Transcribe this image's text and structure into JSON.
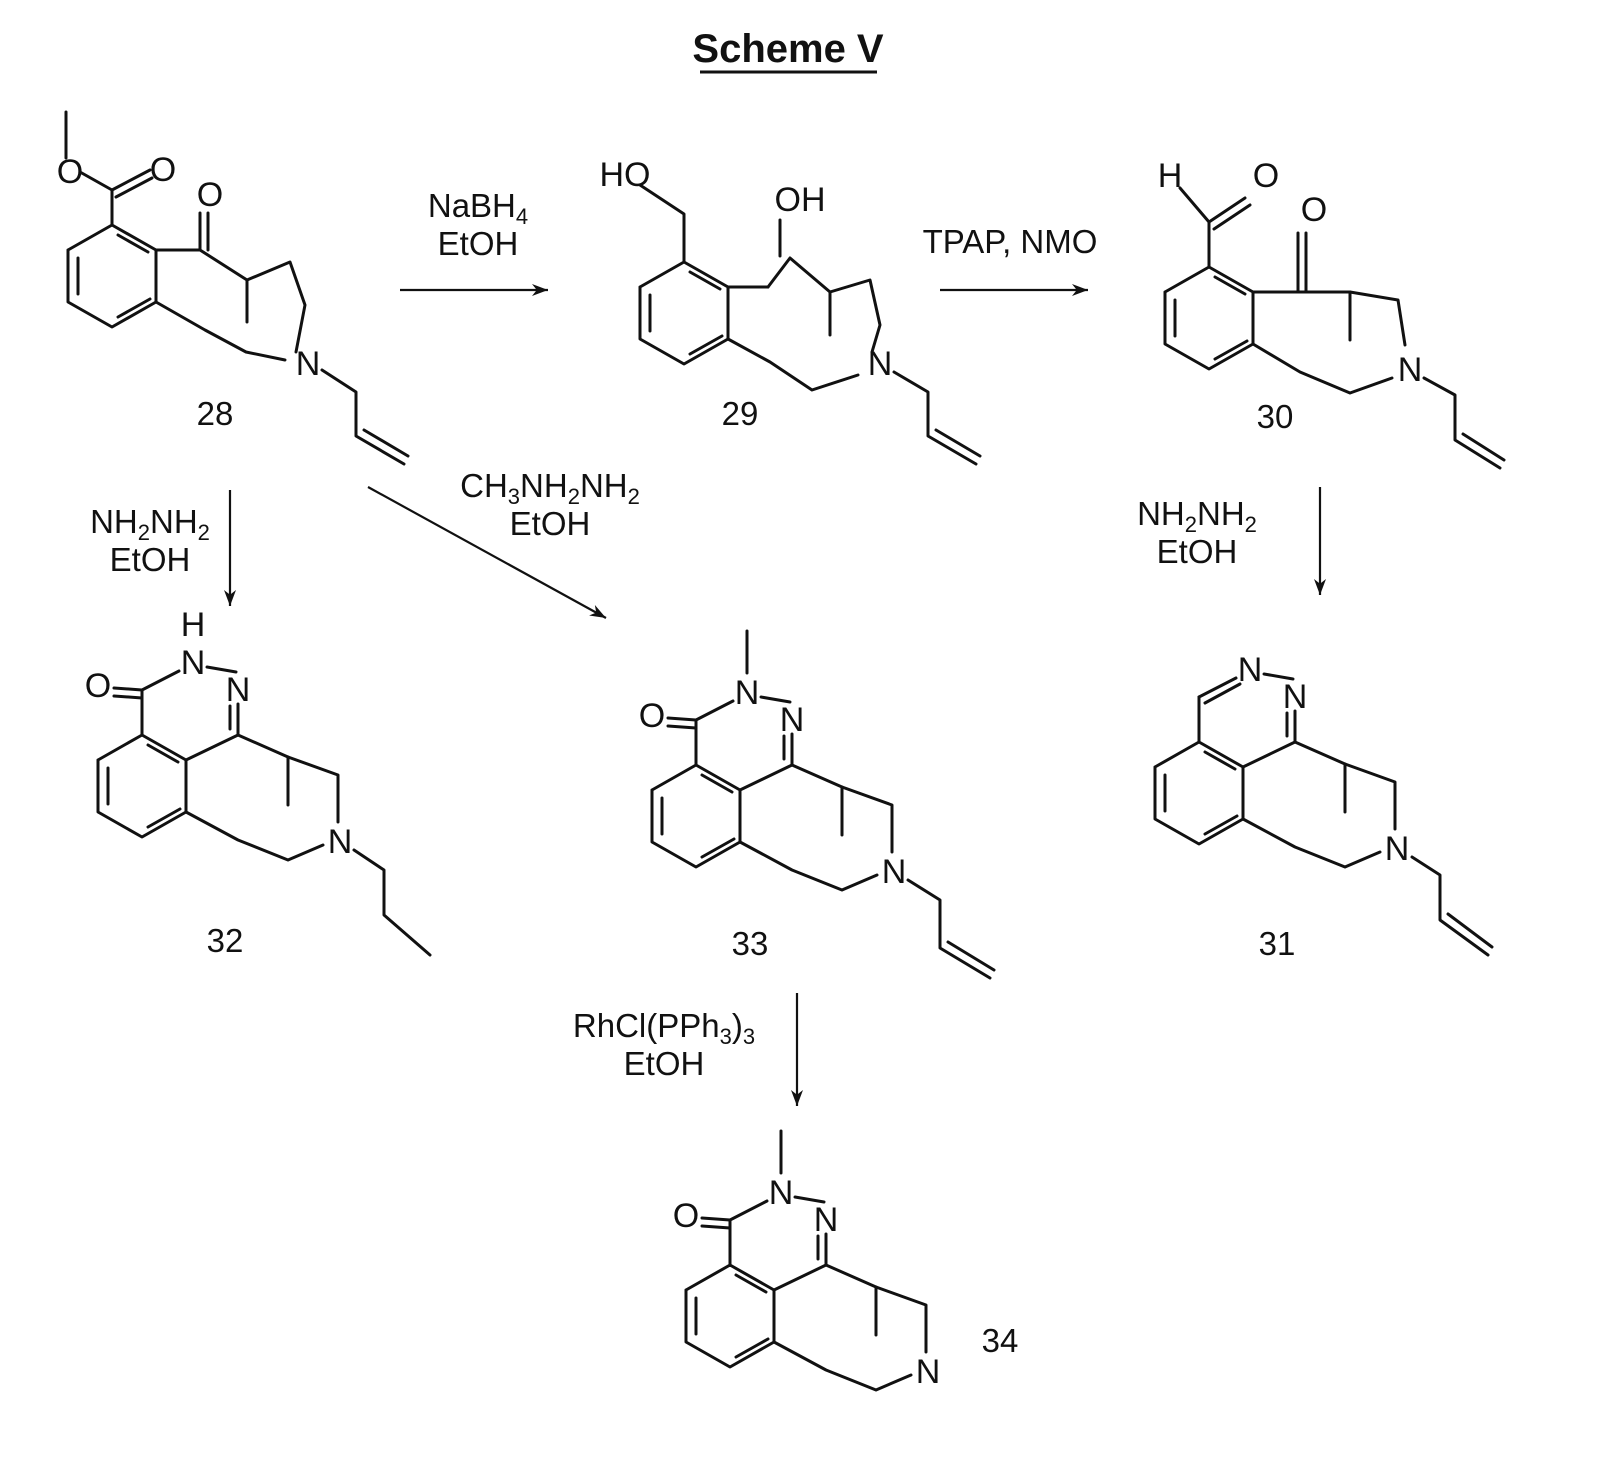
{
  "title": "Scheme V",
  "compounds": [
    {
      "id": "c28",
      "number": "28",
      "atom_labels": [
        "O",
        "O",
        "O",
        "N"
      ]
    },
    {
      "id": "c29",
      "number": "29",
      "atom_labels": [
        "HO",
        "OH",
        "N"
      ]
    },
    {
      "id": "c30",
      "number": "30",
      "atom_labels": [
        "H",
        "O",
        "O",
        "N"
      ]
    },
    {
      "id": "c32",
      "number": "32",
      "atom_labels": [
        "H",
        "O",
        "N",
        "N",
        "N"
      ]
    },
    {
      "id": "c33",
      "number": "33",
      "atom_labels": [
        "O",
        "N",
        "N",
        "N"
      ]
    },
    {
      "id": "c31",
      "number": "31",
      "atom_labels": [
        "N",
        "N",
        "N"
      ]
    },
    {
      "id": "c34",
      "number": "34",
      "atom_labels": [
        "O",
        "N",
        "N",
        "N"
      ]
    }
  ],
  "reactions": [
    {
      "id": "r1",
      "from": "28",
      "to": "29",
      "reagents": [
        {
          "parts": [
            {
              "t": "NaBH"
            },
            {
              "t": "4",
              "sub": true
            }
          ]
        },
        {
          "parts": [
            {
              "t": "EtOH"
            }
          ]
        }
      ]
    },
    {
      "id": "r2",
      "from": "29",
      "to": "30",
      "reagents": [
        {
          "parts": [
            {
              "t": "TPAP, NMO"
            }
          ]
        }
      ]
    },
    {
      "id": "r3",
      "from": "28",
      "to": "32",
      "reagents": [
        {
          "parts": [
            {
              "t": "NH"
            },
            {
              "t": "2",
              "sub": true
            },
            {
              "t": "NH"
            },
            {
              "t": "2",
              "sub": true
            }
          ]
        },
        {
          "parts": [
            {
              "t": "EtOH"
            }
          ]
        }
      ]
    },
    {
      "id": "r4",
      "from": "28",
      "to": "33",
      "reagents": [
        {
          "parts": [
            {
              "t": "CH"
            },
            {
              "t": "3",
              "sub": true
            },
            {
              "t": "NH"
            },
            {
              "t": "2",
              "sub": true
            },
            {
              "t": "NH"
            },
            {
              "t": "2",
              "sub": true
            }
          ]
        },
        {
          "parts": [
            {
              "t": "EtOH"
            }
          ]
        }
      ]
    },
    {
      "id": "r5",
      "from": "30",
      "to": "31",
      "reagents": [
        {
          "parts": [
            {
              "t": "NH"
            },
            {
              "t": "2",
              "sub": true
            },
            {
              "t": "NH"
            },
            {
              "t": "2",
              "sub": true
            }
          ]
        },
        {
          "parts": [
            {
              "t": "EtOH"
            }
          ]
        }
      ]
    },
    {
      "id": "r6",
      "from": "33",
      "to": "34",
      "reagents": [
        {
          "parts": [
            {
              "t": "RhCl(PPh"
            },
            {
              "t": "3",
              "sub": true
            },
            {
              "t": ")"
            },
            {
              "t": "3",
              "sub": true
            }
          ]
        },
        {
          "parts": [
            {
              "t": "EtOH"
            }
          ]
        }
      ]
    }
  ]
}
